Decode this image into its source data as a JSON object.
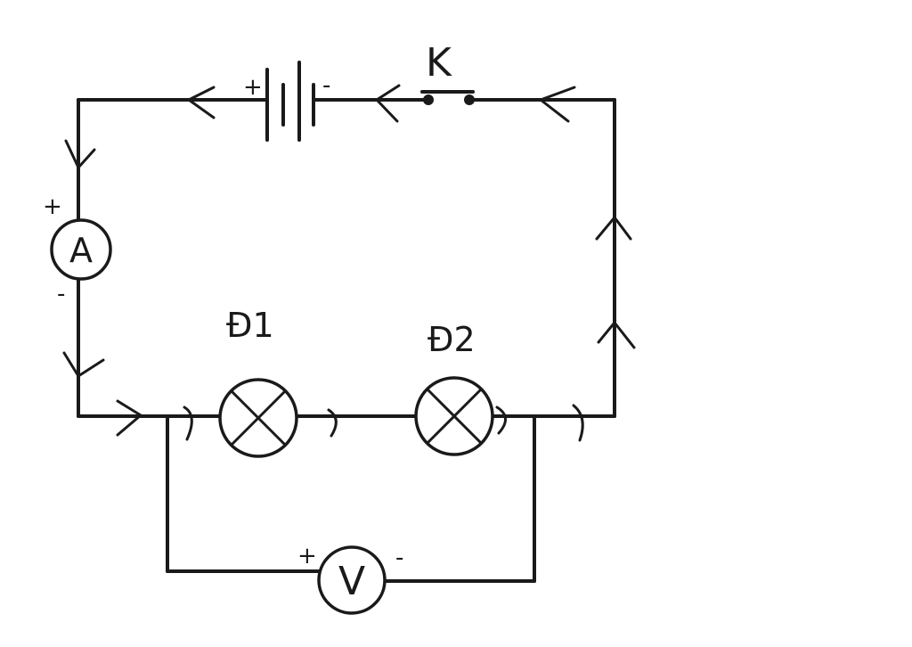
{
  "colors": {
    "ink": "#1a1a1a",
    "background": "#ffffff"
  },
  "labels": {
    "switch": "K",
    "battery_plus": "+",
    "battery_minus": "-",
    "ammeter": "A",
    "ammeter_plus": "+",
    "ammeter_minus": "-",
    "lamp1": "Đ1",
    "lamp2": "Đ2",
    "voltmeter": "V",
    "voltmeter_plus": "+",
    "voltmeter_minus": "-"
  }
}
